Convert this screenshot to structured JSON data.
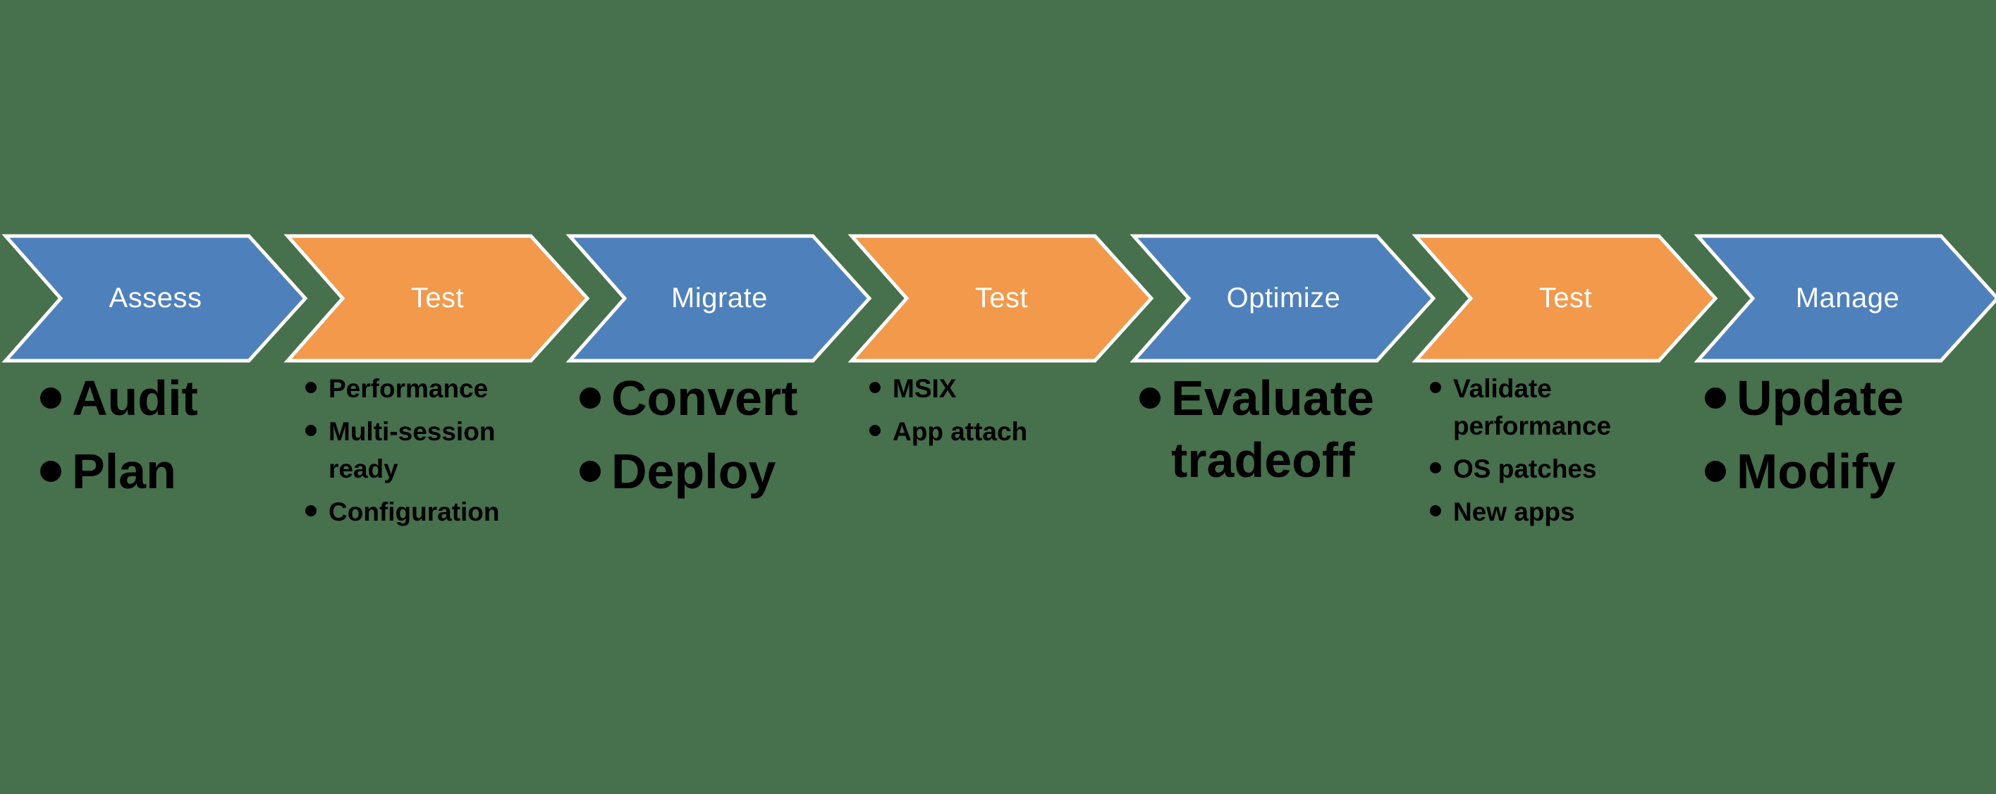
{
  "colors": {
    "blue": "#4E80BC",
    "orange": "#F2994B",
    "background": "#47704D",
    "outline": "#FFFFFF",
    "label_text": "#FFFFFF",
    "bullet_text": "#000000"
  },
  "stages": [
    {
      "label": "Assess",
      "color_key": "blue",
      "text_size": "large",
      "items": [
        "Audit",
        "Plan"
      ]
    },
    {
      "label": "Test",
      "color_key": "orange",
      "text_size": "small",
      "items": [
        "Performance",
        "Multi-session ready",
        "Configuration"
      ]
    },
    {
      "label": "Migrate",
      "color_key": "blue",
      "text_size": "large",
      "items": [
        "Convert",
        "Deploy"
      ]
    },
    {
      "label": "Test",
      "color_key": "orange",
      "text_size": "small",
      "items": [
        "MSIX",
        "App attach"
      ]
    },
    {
      "label": "Optimize",
      "color_key": "blue",
      "text_size": "large",
      "items": [
        "Evaluate tradeoff"
      ]
    },
    {
      "label": "Test",
      "color_key": "orange",
      "text_size": "small",
      "items": [
        "Validate performance",
        "OS patches",
        "New apps"
      ]
    },
    {
      "label": "Manage",
      "color_key": "blue",
      "text_size": "large",
      "items": [
        "Update",
        "Modify"
      ]
    }
  ]
}
